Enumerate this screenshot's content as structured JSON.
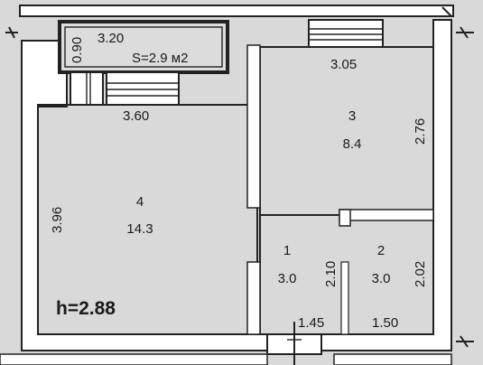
{
  "plan": {
    "ceiling_height": "h=2.88",
    "balcony": {
      "dim_width": "3.20",
      "dim_depth": "0.90",
      "area": "S=2.9 м2"
    },
    "rooms": [
      {
        "number": "4",
        "area": "14.3",
        "dim_top": "3.60",
        "dim_side": "3.96"
      },
      {
        "number": "3",
        "area": "8.4",
        "dim_top": "3.05",
        "dim_side": "2.76"
      },
      {
        "number": "1",
        "area": "3.0",
        "dim_side": "2.10",
        "dim_bottom": "1.45"
      },
      {
        "number": "2",
        "area": "3.0",
        "dim_side": "2.02",
        "dim_bottom": "1.50"
      }
    ]
  }
}
